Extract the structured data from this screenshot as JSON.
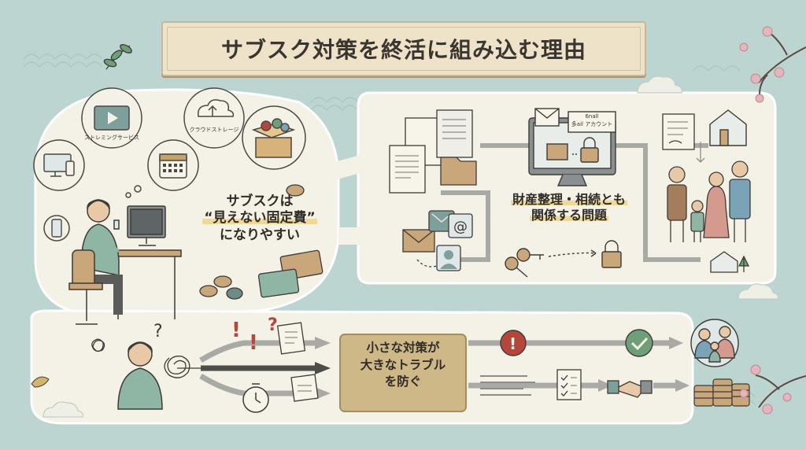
{
  "title": "サブスク対策を終活に組み込む理由",
  "left_panel": {
    "headline_line1": "サブスクは",
    "headline_line2": "“見えない固定費”",
    "headline_line3": "になりやすい",
    "icon_streaming": "ストレミングサービス",
    "icon_cloud": "クラウドストレージ"
  },
  "right_panel": {
    "headline_line1": "財産整理・相続とも",
    "headline_line2": "関係する問題",
    "email_badge_line1": "6nall",
    "email_badge_line2": "多ail アカウント"
  },
  "bottom": {
    "center_line1": "小さな対策が",
    "center_line2": "大きなトラブル",
    "center_line3": "を防ぐ"
  },
  "colors": {
    "background": "#bcd5d1",
    "panel": "#f4f2e7",
    "accent_red": "#b5463c",
    "accent_green": "#6e9f78",
    "title_plate": "#eee3c9",
    "arrow_gray": "#8d8c88",
    "arrow_dark": "#4e4c49"
  }
}
